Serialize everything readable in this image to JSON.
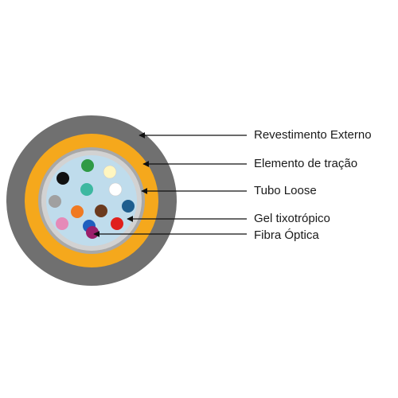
{
  "diagram": {
    "layers": [
      {
        "key": "outer",
        "color": "#707070"
      },
      {
        "key": "strength",
        "color": "#f5a81c"
      },
      {
        "key": "tube-border",
        "color": "#a8a8a8"
      },
      {
        "key": "tube-inner",
        "color": "#d2d2d2"
      },
      {
        "key": "gel",
        "color": "#bfdcec"
      }
    ],
    "fibers": [
      {
        "color": "black",
        "hex": "#111111"
      },
      {
        "color": "green",
        "hex": "#2f9a45"
      },
      {
        "color": "yellow",
        "hex": "#fff6c0"
      },
      {
        "color": "teal",
        "hex": "#3db8a0"
      },
      {
        "color": "white",
        "hex": "#ffffff"
      },
      {
        "color": "grey",
        "hex": "#a0a0a0"
      },
      {
        "color": "orange",
        "hex": "#f07a22"
      },
      {
        "color": "brown",
        "hex": "#6b3a1e"
      },
      {
        "color": "blue",
        "hex": "#1f5e8e"
      },
      {
        "color": "pink",
        "hex": "#e58ab8"
      },
      {
        "color": "purple",
        "hex": "#1f5fbf"
      },
      {
        "color": "red",
        "hex": "#e0201c"
      },
      {
        "color": "violet",
        "hex": "#9a1f6b"
      }
    ],
    "labels": [
      "Revestimento Externo",
      "Elemento de tração",
      "Tubo Loose",
      "Gel tixotrópico",
      "Fibra Óptica"
    ]
  }
}
